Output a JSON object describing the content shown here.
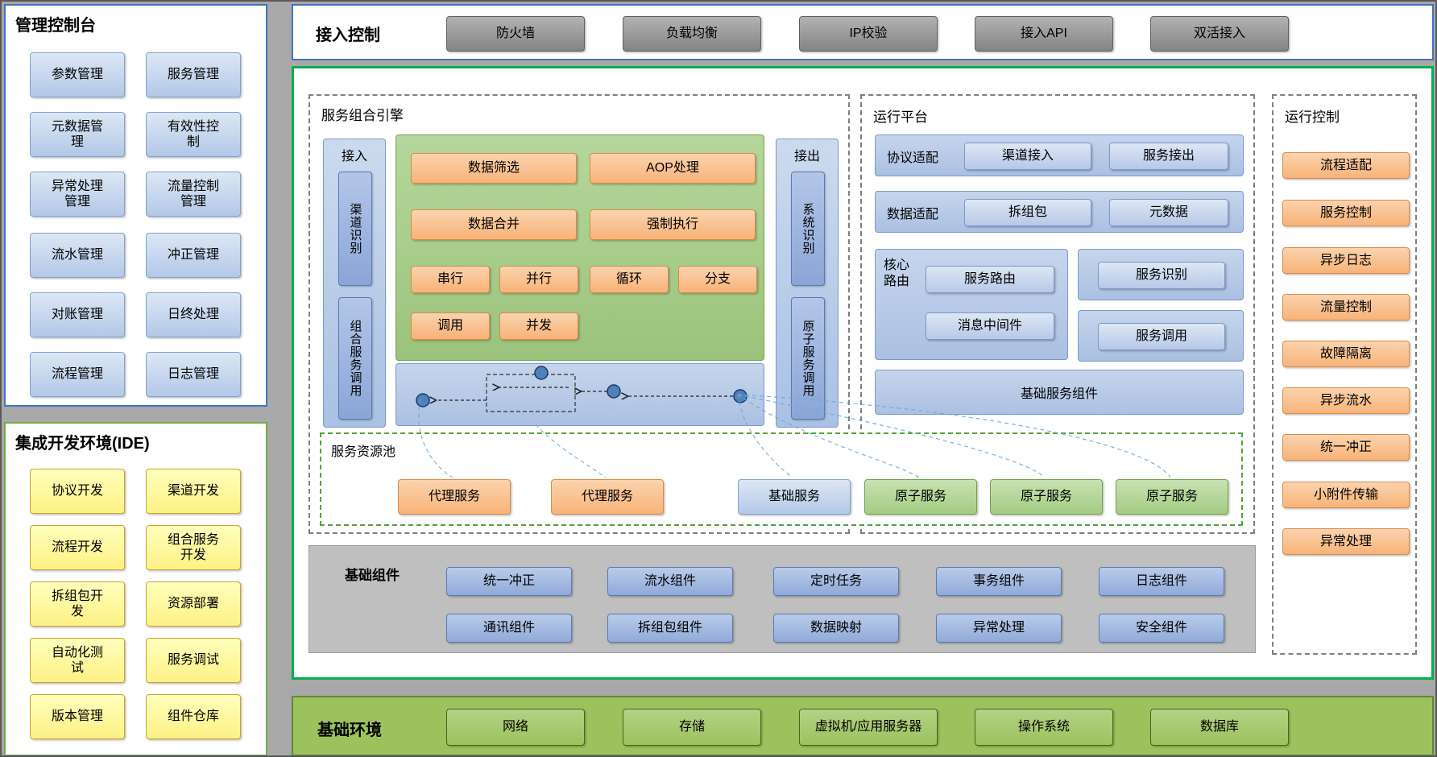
{
  "management_console": {
    "title": "管理控制台",
    "items": [
      "参数管理",
      "服务管理",
      "元数据管理",
      "有效性控制",
      "异常处理管理",
      "流量控制管理",
      "流水管理",
      "冲正管理",
      "对账管理",
      "日终处理",
      "流程管理",
      "日志管理"
    ]
  },
  "ide": {
    "title": "集成开发环境(IDE)",
    "items": [
      "协议开发",
      "渠道开发",
      "流程开发",
      "组合服务开发",
      "拆组包开发",
      "资源部署",
      "自动化测试",
      "服务调试",
      "版本管理",
      "组件仓库"
    ]
  },
  "access_control": {
    "title": "接入控制",
    "items": [
      "防火墙",
      "负载均衡",
      "IP校验",
      "接入API",
      "双活接入"
    ]
  },
  "composition_engine": {
    "title": "服务组合引擎",
    "inbound": {
      "label": "接入",
      "items": [
        "渠道识别",
        "组合服务调用"
      ]
    },
    "outbound": {
      "label": "接出",
      "items": [
        "系统识别",
        "原子服务调用"
      ]
    },
    "rows": [
      [
        "数据筛选",
        "AOP处理"
      ],
      [
        "数据合并",
        "强制执行"
      ],
      [
        "串行",
        "并行",
        "循环",
        "分支"
      ],
      [
        "调用",
        "并发"
      ]
    ]
  },
  "runtime_platform": {
    "title": "运行平台",
    "protocol_adapter": {
      "label": "协议适配",
      "items": [
        "渠道接入",
        "服务接出"
      ]
    },
    "data_adapter": {
      "label": "数据适配",
      "items": [
        "拆组包",
        "元数据"
      ]
    },
    "core_routing": {
      "label": "核心路由",
      "items": [
        "服务路由",
        "消息中间件"
      ]
    },
    "right_items": [
      "服务识别",
      "服务调用"
    ],
    "base_component": "基础服务组件"
  },
  "service_pool": {
    "title": "服务资源池",
    "items": [
      {
        "label": "代理服务",
        "type": "orange"
      },
      {
        "label": "代理服务",
        "type": "orange"
      },
      {
        "label": "基础服务",
        "type": "blue"
      },
      {
        "label": "原子服务",
        "type": "green"
      },
      {
        "label": "原子服务",
        "type": "green"
      },
      {
        "label": "原子服务",
        "type": "green"
      }
    ]
  },
  "base_components": {
    "title": "基础组件",
    "row1": [
      "统一冲正",
      "流水组件",
      "定时任务",
      "事务组件",
      "日志组件"
    ],
    "row2": [
      "通讯组件",
      "拆组包组件",
      "数据映射",
      "异常处理",
      "安全组件"
    ]
  },
  "runtime_control": {
    "title": "运行控制",
    "items": [
      "流程适配",
      "服务控制",
      "异步日志",
      "流量控制",
      "故障隔离",
      "异步流水",
      "统一冲正",
      "小附件传输",
      "异常处理"
    ]
  },
  "base_environment": {
    "title": "基础环境",
    "items": [
      "网络",
      "存储",
      "虚拟机/应用服务器",
      "操作系统",
      "数据库"
    ]
  },
  "colors": {
    "accent_blue": "#4472c4",
    "accent_green": "#00b050",
    "panel_green": "#70ad47",
    "orange": "#f8b378",
    "gray": "#bfbfbf"
  }
}
